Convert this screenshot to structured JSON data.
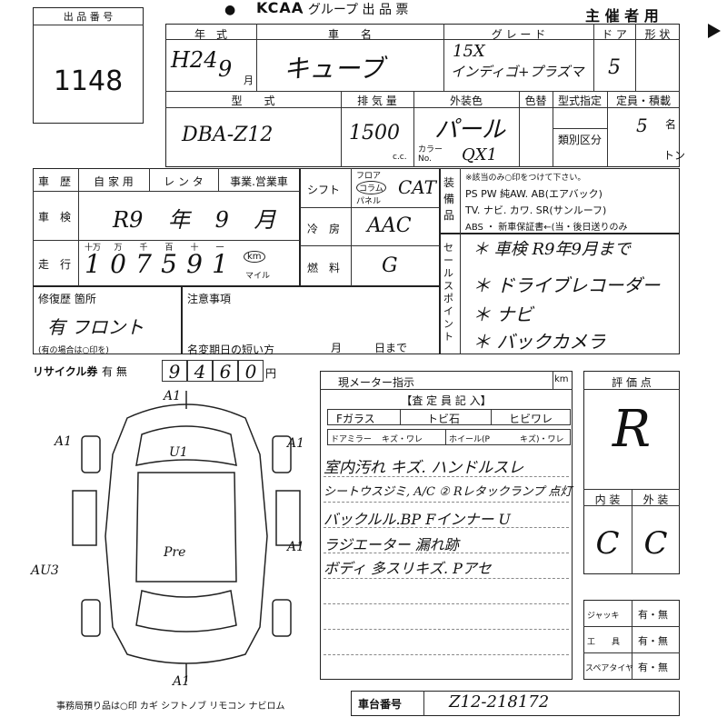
{
  "header": {
    "lot_number_label": "出 品 番 号",
    "lot_number": "1148",
    "org_logo": "KCAA",
    "org_title": ". グループ 出 品 票",
    "org_owner": "主 催 者 用"
  },
  "vehicle": {
    "year_label": "年　式",
    "year_value": "H24",
    "month_value": "9",
    "month_unit": "月",
    "name_label": "車　　名",
    "name_value": "キューブ",
    "grade_label": "グ レ ー ド",
    "grade_value_1": "15X",
    "grade_value_2": "インディゴ+プラズマ",
    "doors_label": "ド ア",
    "doors_value": "5",
    "shape_label": "形 状",
    "model_label": "型　　式",
    "model_value": "DBA-Z12",
    "displacement_label": "排 気 量",
    "displacement_value": "1500",
    "displacement_unit": "c.c.",
    "exterior_color_label": "外装色",
    "exterior_color_value": "パール",
    "color_change_label": "色替",
    "color_no_label": "カラー No.",
    "color_no_value": "QX1",
    "type_designation_label": "型式指定",
    "classification_label": "類別区分",
    "capacity_label": "定員・積載",
    "capacity_value": "5",
    "capacity_unit": "名",
    "load_unit": "トン"
  },
  "history": {
    "history_label": "車　歴",
    "private_label": "自 家 用",
    "rental_label": "レ ン タ",
    "business_label": "事業.営業車",
    "inspection_label": "車　検",
    "inspection_value": "R9 年 9 月",
    "mileage_label": "走　行",
    "mileage_units": [
      "十万",
      "万",
      "千",
      "百",
      "十",
      "一"
    ],
    "mileage_digits": [
      "1",
      "0",
      "7",
      "5",
      "9",
      "1"
    ],
    "km_label": "km",
    "mile_label": "マイル"
  },
  "equipment": {
    "shift_label": "シフト",
    "shift_options": [
      "フロア",
      "コラム",
      "パネル"
    ],
    "shift_value": "CAT",
    "ac_label": "冷　房",
    "ac_value": "AAC",
    "fuel_label": "燃　料",
    "fuel_value": "G",
    "equipment_vertical_label": "装備品",
    "equipment_note": "※該当のみ○印をつけて下さい。",
    "equipment_line_1": "PS PW 純AW. AB(エアバック)",
    "equipment_line_2": "TV. ナビ. カワ. SR(サンルーフ)",
    "equipment_line_3": "ABS ・ 新車保証書←(当・後日送りのみ",
    "sales_point_vertical_label": "セールスポイント",
    "sales_points": [
      "＊ 車検 R9年9月まで",
      "＊ ドライブレコーダー",
      "＊ ナビ",
      "＊ バックカメラ"
    ]
  },
  "repair": {
    "repair_label": "修復歴 箇所",
    "repair_value": "有 フロント",
    "repair_note": "(有の場合は○印を)",
    "notes_label": "注意事項",
    "name_change_label": "名変期日の短い方",
    "month_label": "月",
    "day_label": "日まで"
  },
  "recycle": {
    "label": "リサイクル券",
    "status": "有 無",
    "digits": [
      "9",
      "4",
      "6",
      "0"
    ],
    "unit": "円"
  },
  "inspector": {
    "meter_label": "現メーター指示",
    "meter_unit": "km",
    "inspector_label": "【査 定 員 記 入】",
    "f_glass_label": "Fガラス",
    "chip_label": "トビ石",
    "crack_label": "ヒビワレ",
    "mirror_label": "ドアミラー",
    "mirror_options": "キズ・ワレ",
    "wheel_label": "ホイール(P",
    "wheel_options": "キズ)・ワレ",
    "notes": [
      "室内汚れ キズ. ハンドルスレ",
      "シートウスジミ, A/C ② Rレタックランプ 点灯",
      "バックルル.BP Fインナー U",
      "ラジエーター 漏れ跡",
      "ボディ 多スリキズ. Pアセ"
    ]
  },
  "evaluation": {
    "score_label": "評 価 点",
    "score_value": "R",
    "interior_label": "内 装",
    "exterior_label": "外 装",
    "interior_value": "C",
    "exterior_value": "C"
  },
  "tools": {
    "jack_label": "ジャッキ",
    "jack_value": "有・無",
    "tools_label": "工　　具",
    "tools_value": "有・無",
    "spare_label": "スペアタイヤ",
    "spare_value": "有・無"
  },
  "diagram": {
    "marks": [
      "A1",
      "A1",
      "A1",
      "A1",
      "A1",
      "AU3",
      "U1",
      "Pre"
    ]
  },
  "footer": {
    "office_note": "事務局預り品は○印 カギ シフトノブ リモコン ナビロム",
    "chassis_label": "車台番号",
    "chassis_value": "Z12-218172"
  }
}
